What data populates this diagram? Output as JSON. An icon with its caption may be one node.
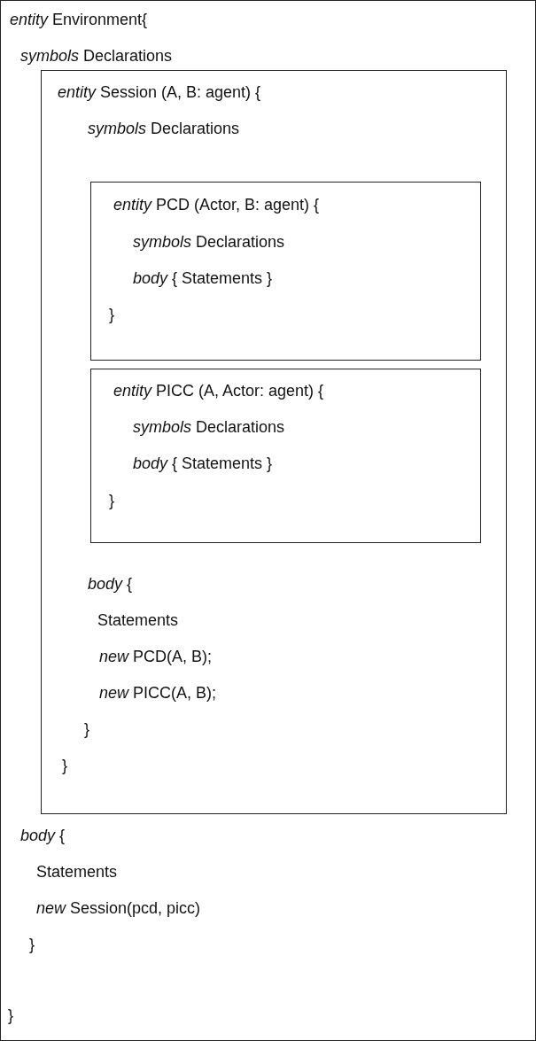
{
  "diagram": {
    "nodes": [
      {
        "text": [
          "*entity* Environment{",
          "*symbols* Declarations",
          "*body* {",
          "Statements",
          "*new* Session(pcd, picc)",
          "}",
          "}"
        ]
      },
      {
        "text": [
          "*entity* Session (A, B: agent) {",
          "*symbols* Declarations",
          "*body* {",
          "Statements",
          "*new* PCD(A, B);",
          "*new* PICC(A, B);",
          "}",
          "}"
        ],
        "in": 0
      },
      {
        "text": [
          "*entity* PCD (Actor, B: agent) {",
          "*symbols* Declarations",
          "*body* { Statements }",
          "}"
        ],
        "in": 1
      },
      {
        "text": [
          "*entity* PICC (A, Actor: agent) {",
          "*symbols* Declarations",
          "*body* { Statements }",
          "}"
        ],
        "in": 1
      }
    ]
  }
}
